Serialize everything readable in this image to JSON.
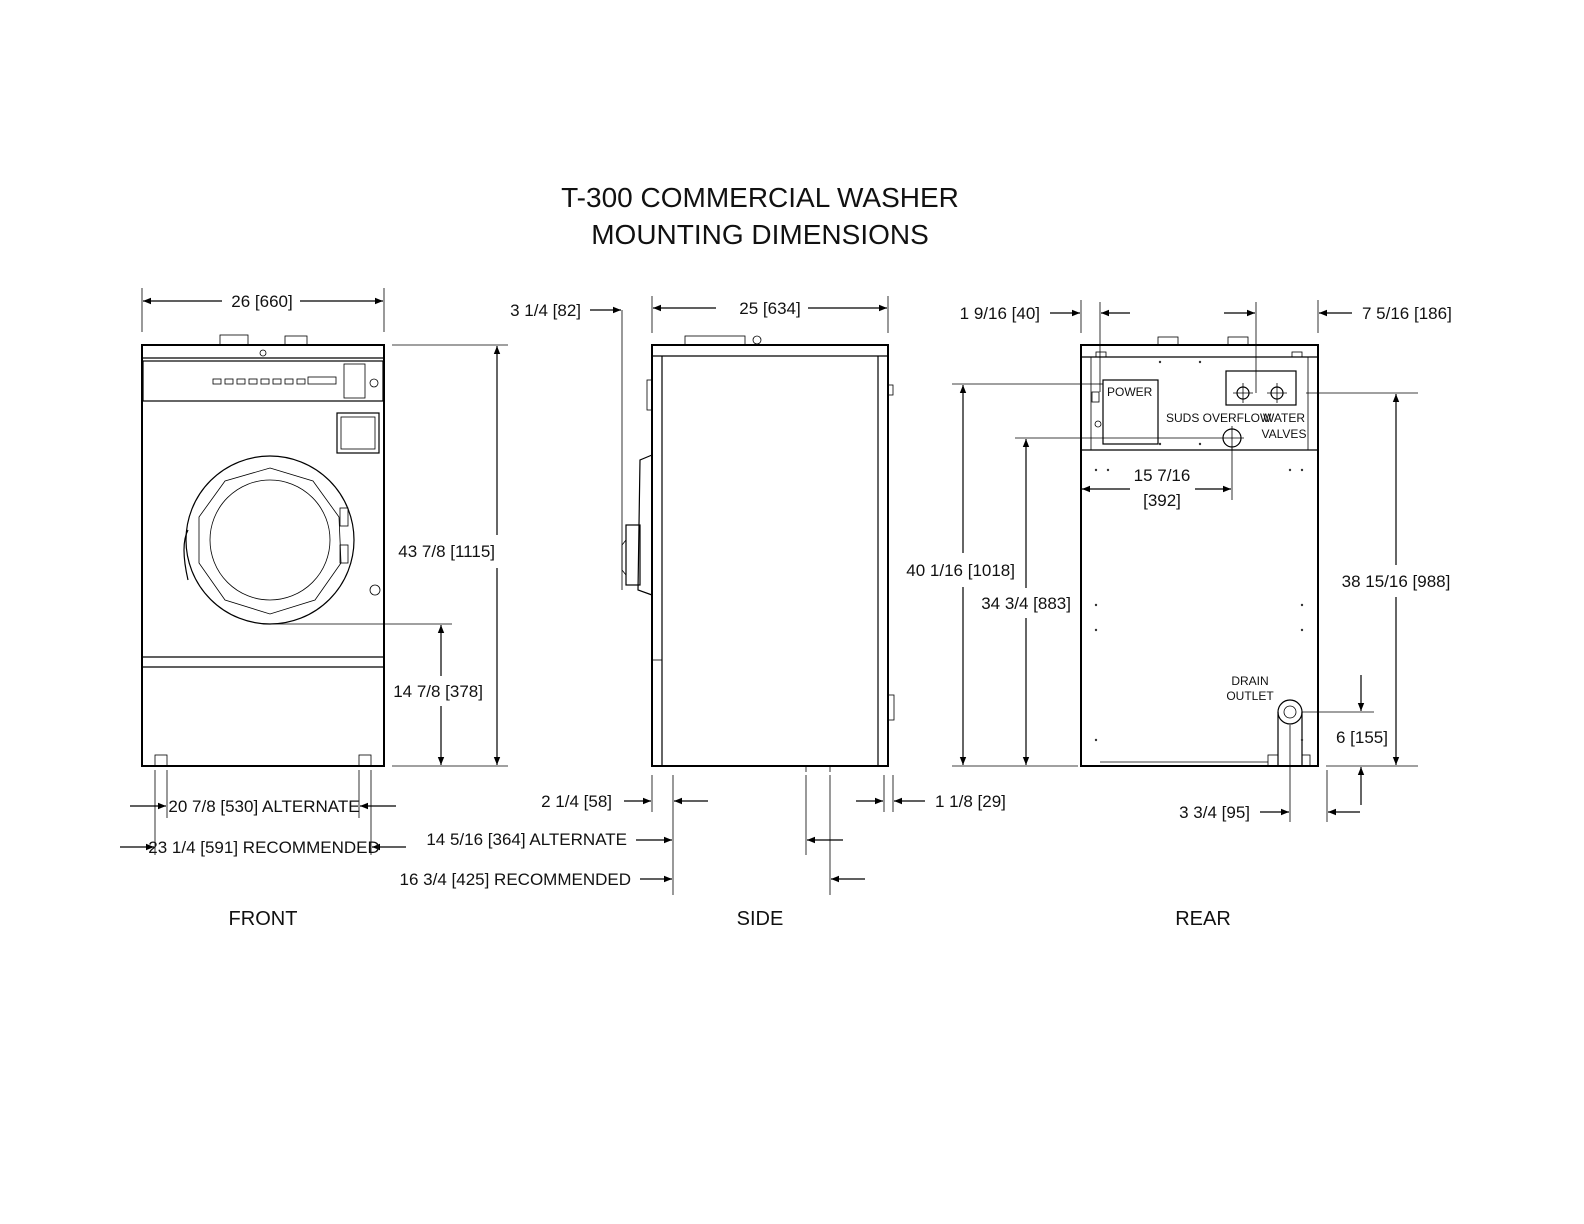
{
  "title": {
    "line1": "T-300 COMMERCIAL WASHER",
    "line2": "MOUNTING DIMENSIONS"
  },
  "views": {
    "front": "FRONT",
    "side": "SIDE",
    "rear": "REAR"
  },
  "front": {
    "width": "26 [660]",
    "height": "43 7/8 [1115]",
    "door_height": "14 7/8 [378]",
    "alternate": "20 7/8 [530] ALTERNATE",
    "recommended": "23 1/4 [591] RECOMMENDED"
  },
  "side": {
    "handle_offset": "3 1/4 [82]",
    "depth": "25 [634]",
    "front_offset": "2 1/4 [58]",
    "rear_offset": "1 1/8 [29]",
    "alternate": "14 5/16 [364] ALTERNATE",
    "recommended": "16 3/4 [425] RECOMMENDED"
  },
  "rear": {
    "left_offset": "1 9/16 [40]",
    "right_offset": "7 5/16 [186]",
    "power_label": "POWER",
    "suds_label": "SUDS OVERFLOW",
    "water_label_1": "WATER",
    "water_label_2": "VALVES",
    "suds_horizontal_1": "15 7/16",
    "suds_horizontal_2": "[392]",
    "power_height": "40 1/16 [1018]",
    "suds_height": "34 3/4 [883]",
    "water_height": "38 15/16 [988]",
    "drain_label_1": "DRAIN",
    "drain_label_2": "OUTLET",
    "drain_height": "6 [155]",
    "drain_offset": "3 3/4 [95]"
  }
}
